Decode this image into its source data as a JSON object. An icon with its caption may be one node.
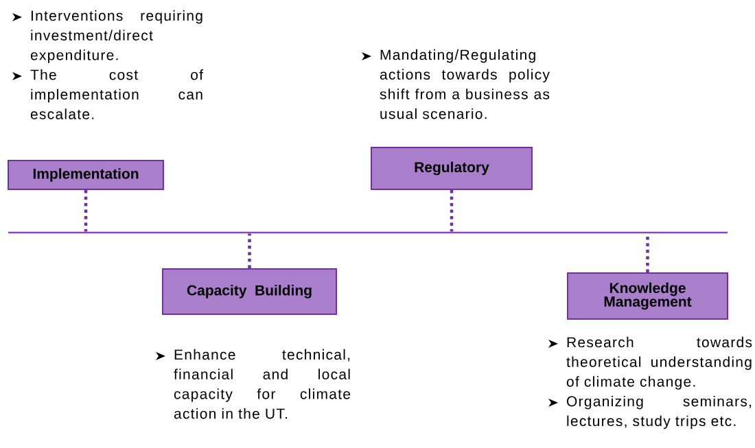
{
  "diagram": {
    "nodes": [
      {
        "text": [
          "Implementation"
        ],
        "beside": [
          "Interventions requiring investment/direct expenditure.",
          "The cost of implementation can escalate."
        ]
      },
      {
        "text": [
          "Regulatory"
        ],
        "beside": [
          "Mandating/Regulating actions towards policy shift from a business as usual scenario."
        ]
      },
      {
        "text": [
          "Capacity Building"
        ],
        "beside": [
          "Enhance technical, financial and local capacity for climate action in the UT."
        ]
      },
      {
        "text": [
          "Knowledge Management"
        ],
        "beside": [
          "Research towards theoretical understanding of climate change.",
          "Organizing seminars, lectures, study trips etc."
        ]
      },
      {
        "text": [],
        "shape": "bar"
      }
    ],
    "edges": [
      {
        "from": 0,
        "to": 4,
        "arrow": "none",
        "style": "dashed"
      },
      {
        "from": 1,
        "to": 4,
        "arrow": "none",
        "style": "dashed"
      },
      {
        "from": 2,
        "to": 4,
        "arrow": "none",
        "style": "dashed"
      },
      {
        "from": 3,
        "to": 4,
        "arrow": "none",
        "style": "dashed"
      }
    ]
  }
}
